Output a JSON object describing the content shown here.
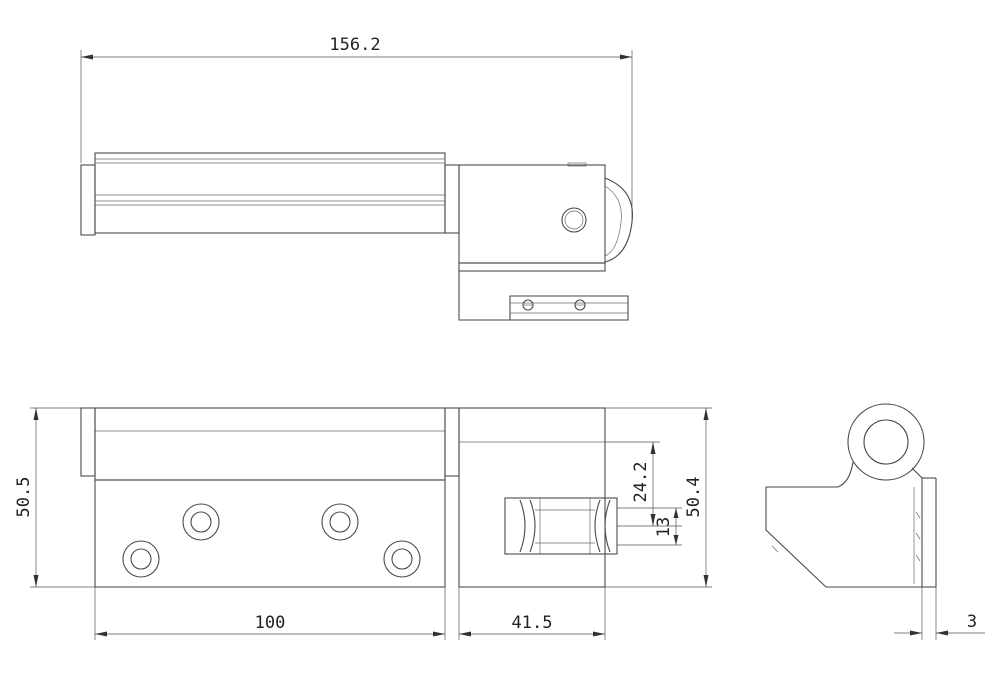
{
  "dimensions": {
    "overall_length": "156.2",
    "body_height": "50.5",
    "leaf_width": "100",
    "bracket_width": "41.5",
    "bracket_height": "50.4",
    "roller_offset": "24.2",
    "roller_pitch": "13",
    "plate_thickness": "3"
  }
}
